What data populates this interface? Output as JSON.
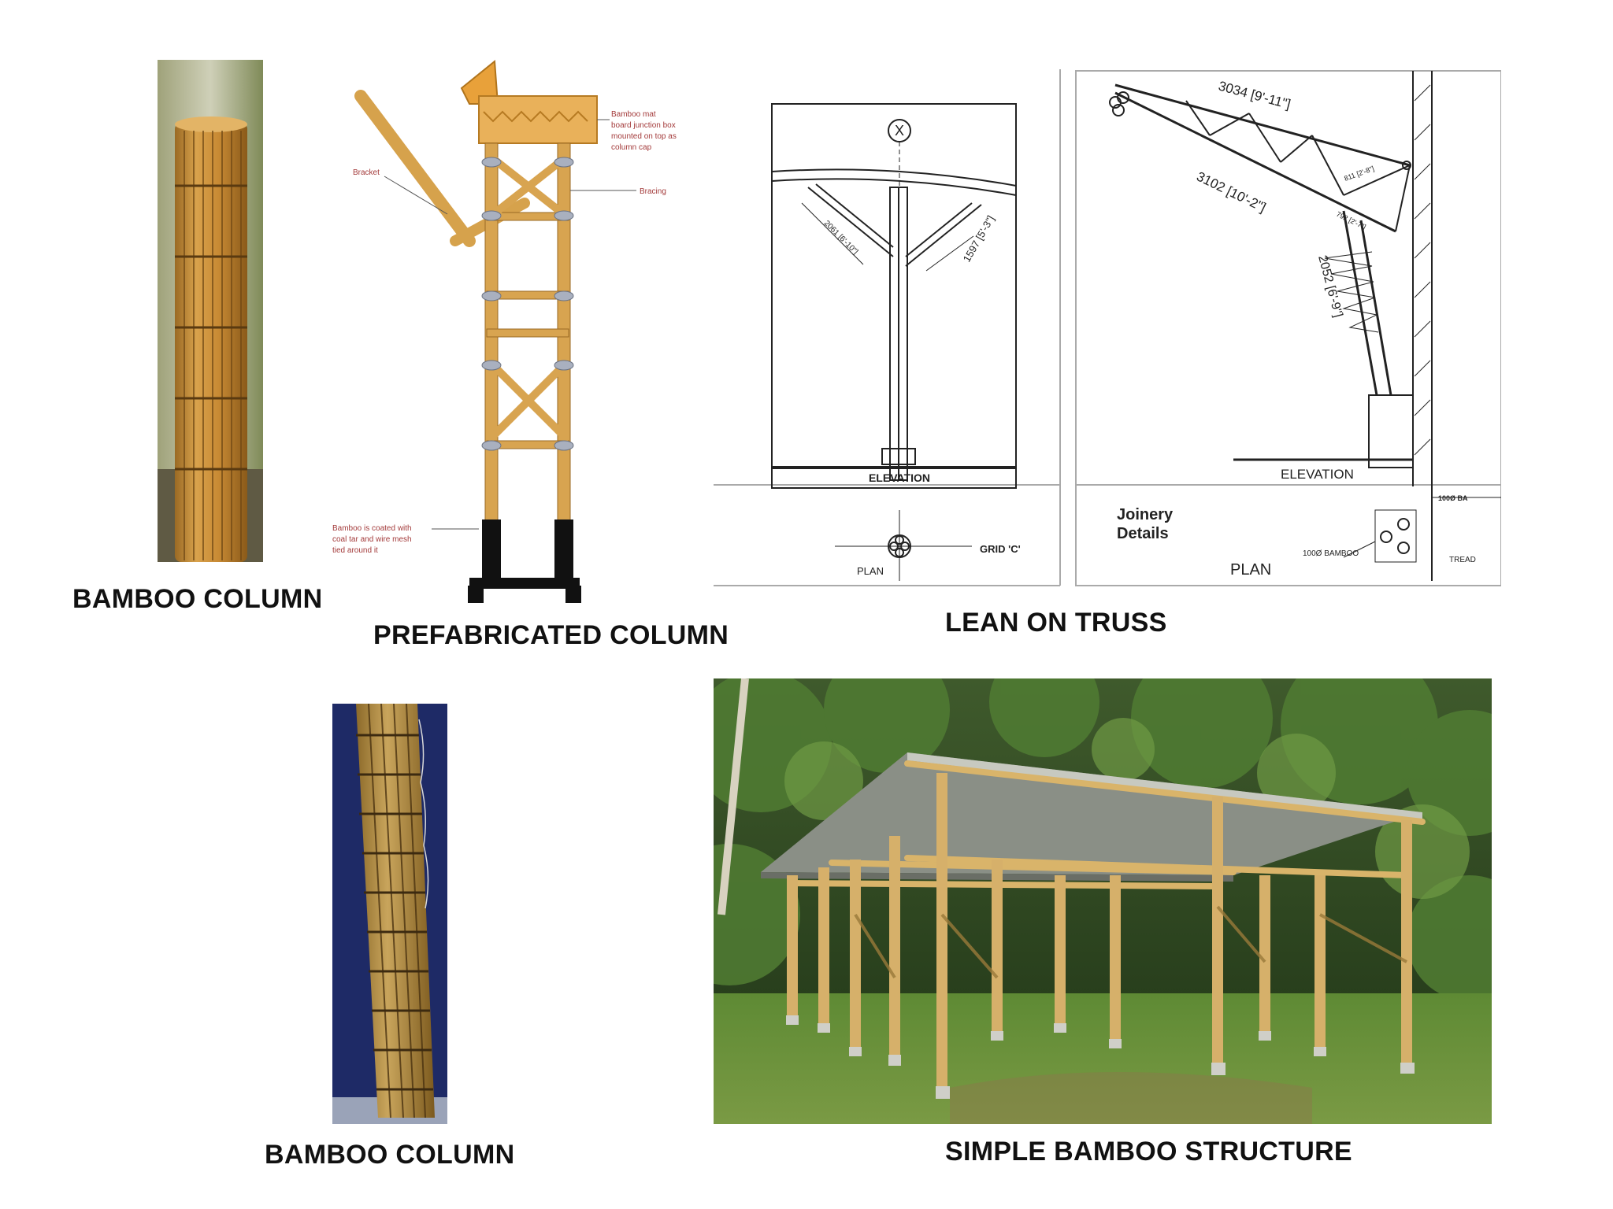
{
  "captions": {
    "bamboo_column_top": "BAMBOO COLUMN",
    "prefabricated_column": "PREFABRICATED COLUMN",
    "lean_on_truss": "LEAN ON TRUSS",
    "bamboo_column_bottom": "BAMBOO COLUMN",
    "simple_bamboo_structure": "SIMPLE BAMBOO STRUCTURE"
  },
  "prefab_notes": {
    "junction_box": [
      "Bamboo mat",
      "board junction box",
      "mounted on top as",
      "column cap"
    ],
    "bracket": "Bracket",
    "bracing": "Bracing",
    "coating": [
      "Bamboo is coated with",
      "coal tar and wire mesh",
      "tied around it"
    ]
  },
  "truss_left": {
    "grid_mark": "X",
    "dim_1": "2061 [6'-10\"]",
    "dim_2": "1597 [5'-3\"]",
    "elevation": "ELEVATION",
    "plan": "PLAN",
    "grid": "GRID 'C'"
  },
  "truss_right": {
    "dim_top": "3034 [9'-11\"]",
    "dim_mid": "3102 [10'-2\"]",
    "dim_small_1": "811 [2'-8\"]",
    "dim_small_2": "792 [2'-7\"]",
    "dim_vert": "2052 [6'-9\"]",
    "elevation": "ELEVATION",
    "joinery": [
      "Joinery",
      "Details"
    ],
    "plan": "PLAN",
    "bamboo_label": "100Ø BAMBOO",
    "top_label": "100Ø BA",
    "tread": "TREAD"
  },
  "colors": {
    "bamboo": "#c9a25a",
    "bamboo_dark": "#8a6a2e",
    "navy": "#1e2a66",
    "foliage": "#3f6b2a",
    "line": "#222222"
  }
}
